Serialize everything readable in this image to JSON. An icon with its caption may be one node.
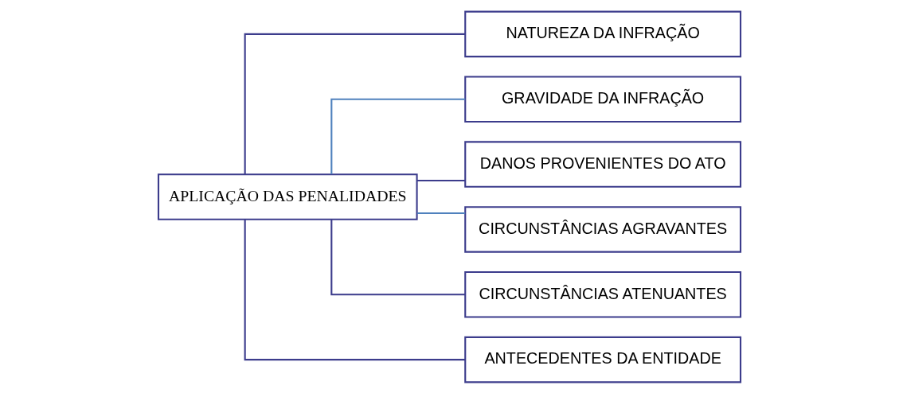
{
  "diagram": {
    "nodes": [
      {
        "text": [
          "APLICAÇÃO DAS PENALIDADES"
        ]
      },
      {
        "text": [
          "NATUREZA DA INFRAÇÃO"
        ]
      },
      {
        "text": [
          "GRAVIDADE DA INFRAÇÃO"
        ]
      },
      {
        "text": [
          "DANOS PROVENIENTES DO ATO"
        ]
      },
      {
        "text": [
          "CIRCUNSTÂNCIAS AGRAVANTES"
        ]
      },
      {
        "text": [
          "CIRCUNSTÂNCIAS ATENUANTES"
        ]
      },
      {
        "text": [
          "ANTECEDENTES DA ENTIDADE"
        ]
      }
    ],
    "edges": [
      {
        "from": 0,
        "to": 1,
        "arrow": "none"
      },
      {
        "from": 0,
        "to": 2,
        "arrow": "none",
        "color": "#4f81bd"
      },
      {
        "from": 0,
        "to": 3,
        "arrow": "none"
      },
      {
        "from": 0,
        "to": 4,
        "arrow": "none",
        "color": "#4f81bd"
      },
      {
        "from": 0,
        "to": 5,
        "arrow": "none"
      },
      {
        "from": 0,
        "to": 6,
        "arrow": "none"
      }
    ]
  }
}
